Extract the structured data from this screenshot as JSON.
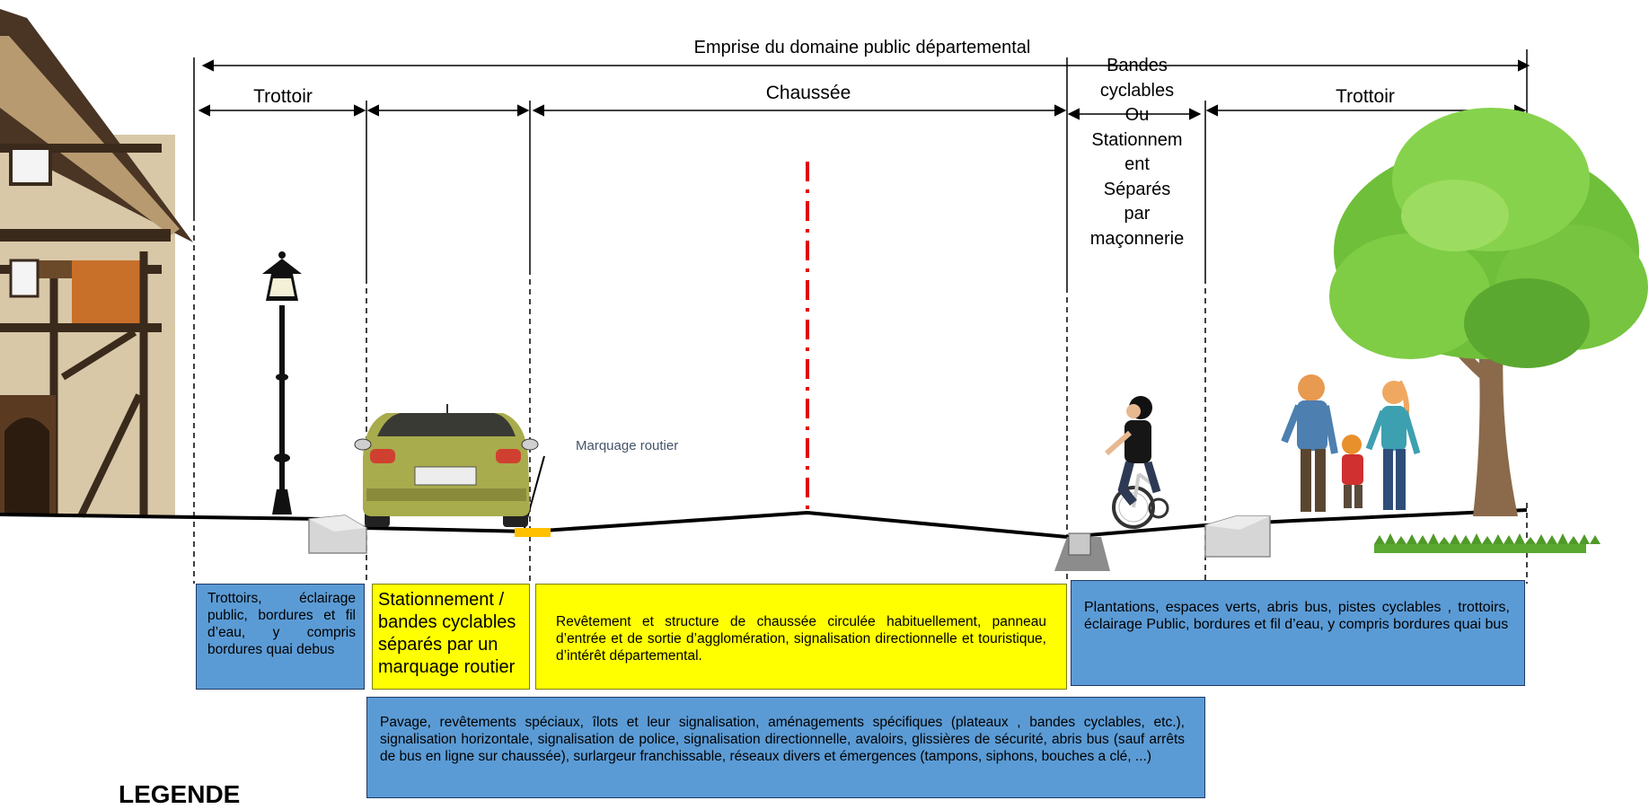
{
  "dimensions": {
    "emprise": "Emprise du domaine public départemental",
    "trottoir_left": "Trottoir",
    "chaussee": "Chaussée",
    "bandes_right_lines": [
      "Bandes",
      "cyclables",
      "Ou",
      "Stationnem",
      "ent",
      "Séparés",
      "par",
      "maçonnerie"
    ],
    "trottoir_right": "Trottoir"
  },
  "annotation": {
    "marquage": "Marquage routier"
  },
  "boxes": {
    "trottoirs_left": "Trottoirs, éclairage public, bordures et fil d’eau, y compris bordures quai debus",
    "stationnement": "Stationnement / bandes cyclables séparés par un marquage routier",
    "chaussee": "Revêtement et structure de chaussée circulée habituellement, panneau d’entrée et de sortie d’agglomération, signalisation directionnelle et touristique, d’intérêt départemental.",
    "plantations": "Plantations, espaces verts, abris bus, pistes cyclables , trottoirs, éclairage Public, bordures et fil d’eau, y compris bordures quai bus",
    "pavage": "Pavage, revêtements spéciaux, îlots et leur signalisation,  aménagements spécifiques (plateaux , bandes cyclables, etc.), signalisation horizontale,  signalisation de police, signalisation directionnelle, avaloirs, glissières de sécurité,  abris bus  (sauf arrêts de bus en ligne sur chaussée), surlargeur franchissable, réseaux divers et émergences (tampons, siphons, bouches a clé, ...)"
  },
  "legend": "LEGENDE",
  "colors": {
    "blue_box": "#5b9bd5",
    "yellow_box": "#ffff00",
    "axis_line": "#e00000",
    "marking": "#ffc000"
  }
}
